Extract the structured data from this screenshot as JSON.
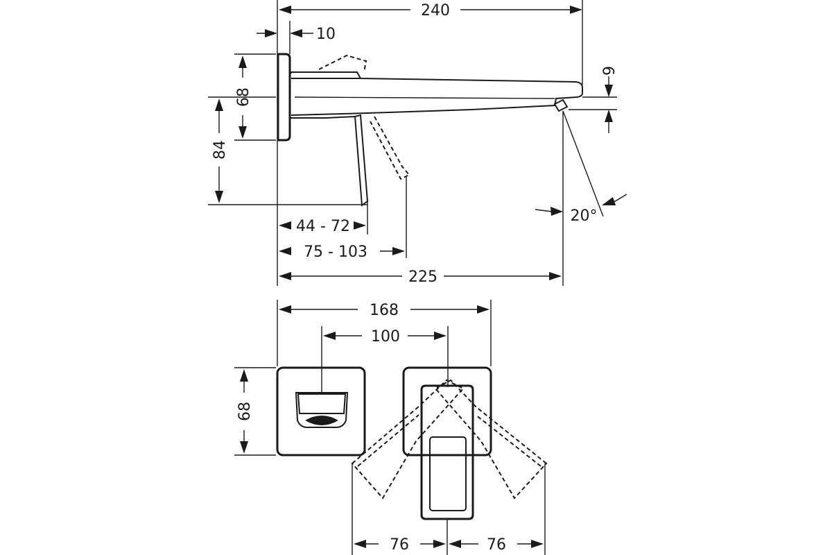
{
  "side_view": {
    "dim_total_length": "240",
    "dim_plate_thickness": "10",
    "dim_spout_height": "9",
    "dim_plate_height": "68",
    "dim_lever_height": "84",
    "dim_wall_range_1": "44 - 72",
    "dim_wall_range_2": "75 - 103",
    "dim_projection": "225",
    "dim_angle": "20°"
  },
  "top_view": {
    "dim_overall_width": "168",
    "dim_center_distance": "100",
    "dim_plate_height": "68",
    "dim_swing_left": "76",
    "dim_swing_right": "76"
  },
  "colors": {
    "line": "#1a1a1a",
    "background": "#ffffff"
  }
}
